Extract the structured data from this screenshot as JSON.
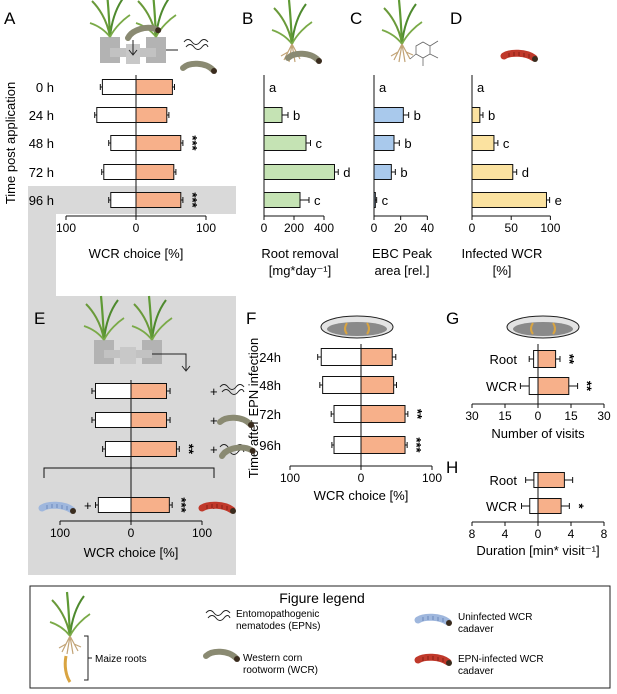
{
  "colors": {
    "orange": "#f7b08a",
    "green": "#c5e3b4",
    "blue": "#a9c9ec",
    "yellow": "#fbe2a0",
    "white": "#ffffff",
    "shade": "#d9d9d9",
    "axis": "#111111"
  },
  "panels": {
    "A": "A",
    "B": "B",
    "C": "C",
    "D": "D",
    "E": "E",
    "F": "F",
    "G": "G",
    "H": "H"
  },
  "icons": {
    "maize": "maize-plant-icon",
    "olfactometer": "olfactometer-icon",
    "nematode": "nematode-icon",
    "larva": "wcr-larva-icon",
    "uninfected_cadaver": "uninfected-cadaver-icon",
    "infected_cadaver": "infected-cadaver-icon",
    "molecule": "molecule-icon",
    "petri": "petri-dish-icon"
  },
  "chart_data": [
    {
      "panel": "A",
      "type": "bar",
      "orientation": "horizontal-diverging",
      "ylabel": "Time post application",
      "xlabel": "WCR choice [%]",
      "categories": [
        "0 h",
        "24 h",
        "48 h",
        "72 h",
        "96 h"
      ],
      "series": [
        {
          "values": [
            -48,
            -56,
            -36,
            -46,
            -36
          ]
        },
        {
          "values": [
            52,
            44,
            64,
            54,
            64
          ]
        }
      ],
      "errors": [
        3,
        3,
        3,
        3,
        3
      ],
      "annotations": [
        "",
        "",
        "***",
        "",
        "***"
      ],
      "xticks": [
        "100",
        "0",
        "100"
      ],
      "xlim": [
        -100,
        100
      ],
      "highlight_row": "96 h"
    },
    {
      "panel": "B",
      "type": "bar",
      "orientation": "horizontal",
      "xlabel_lines": [
        "Root removal",
        "[mg*day⁻¹]"
      ],
      "categories": [
        "0 h",
        "24 h",
        "48 h",
        "72 h",
        "96 h"
      ],
      "values": [
        0,
        120,
        280,
        470,
        240
      ],
      "errors": [
        0,
        40,
        30,
        25,
        60
      ],
      "letters": [
        "a",
        "b",
        "c",
        "d",
        "c"
      ],
      "xticks": [
        "0",
        "200",
        "400"
      ],
      "xlim": [
        0,
        600
      ]
    },
    {
      "panel": "C",
      "type": "bar",
      "orientation": "horizontal",
      "xlabel_lines": [
        "EBC Peak",
        "area [rel.]"
      ],
      "categories": [
        "0 h",
        "24 h",
        "48 h",
        "72 h",
        "96 h"
      ],
      "values": [
        0,
        22,
        15,
        13,
        1
      ],
      "errors": [
        0,
        4,
        4,
        3,
        1
      ],
      "letters": [
        "a",
        "b",
        "b",
        "b",
        "c"
      ],
      "xticks": [
        "0",
        "20",
        "40"
      ],
      "xlim": [
        0,
        42
      ]
    },
    {
      "panel": "D",
      "type": "bar",
      "orientation": "horizontal",
      "xlabel_lines": [
        "Infected WCR",
        "[%]"
      ],
      "categories": [
        "0 h",
        "24 h",
        "48 h",
        "72 h",
        "96 h"
      ],
      "values": [
        0,
        10,
        28,
        52,
        95
      ],
      "errors": [
        0,
        4,
        5,
        5,
        4
      ],
      "letters": [
        "a",
        "b",
        "c",
        "d",
        "e"
      ],
      "xticks": [
        "0",
        "50",
        "100"
      ],
      "xlim": [
        0,
        125
      ]
    },
    {
      "panel": "E",
      "type": "bar",
      "orientation": "horizontal-diverging",
      "xlabel": "WCR choice [%]",
      "categories": [
        "+ nematodes",
        "+ WCR larva",
        "+ nematodes + WCR larva",
        "uninfected vs infected cadaver"
      ],
      "row_signs": [
        "+",
        "+",
        "+",
        "+"
      ],
      "series": [
        {
          "values": [
            -50,
            -50,
            -36,
            -46
          ]
        },
        {
          "values": [
            50,
            50,
            64,
            54
          ]
        }
      ],
      "errors": [
        5,
        5,
        4,
        4
      ],
      "annotations": [
        "",
        "",
        "**",
        "***"
      ],
      "xticks": [
        "100",
        "0",
        "100"
      ],
      "xlim": [
        -100,
        100
      ]
    },
    {
      "panel": "F",
      "type": "bar",
      "orientation": "horizontal-diverging",
      "ylabel": "Time after EPN infection",
      "xlabel": "WCR choice [%]",
      "categories": [
        "24h",
        "48h",
        "72h",
        "96h"
      ],
      "series": [
        {
          "values": [
            -56,
            -54,
            -38,
            -38
          ]
        },
        {
          "values": [
            44,
            46,
            62,
            62
          ]
        }
      ],
      "errors": [
        5,
        4,
        4,
        3
      ],
      "annotations": [
        "",
        "",
        "**",
        "***"
      ],
      "xticks": [
        "100",
        "0",
        "100"
      ],
      "xlim": [
        -100,
        100
      ]
    },
    {
      "panel": "G",
      "type": "bar",
      "orientation": "horizontal-diverging",
      "xlabel": "Number of visits",
      "categories": [
        "Root",
        "WCR"
      ],
      "series": [
        {
          "values": [
            -2,
            -4
          ]
        },
        {
          "values": [
            8,
            14
          ]
        }
      ],
      "errors": [
        2,
        4
      ],
      "annotations": [
        "**",
        "**"
      ],
      "xticks": [
        "30",
        "15",
        "0",
        "15",
        "30"
      ],
      "xlim": [
        -30,
        30
      ]
    },
    {
      "panel": "H",
      "type": "bar",
      "orientation": "horizontal-diverging",
      "xlabel": "Duration [min* visit⁻¹]",
      "categories": [
        "Root",
        "WCR"
      ],
      "series": [
        {
          "values": [
            -0.5,
            -1
          ]
        },
        {
          "values": [
            3.2,
            2.8
          ]
        }
      ],
      "errors": [
        1,
        1
      ],
      "annotations": [
        "",
        "*"
      ],
      "xticks": [
        "8",
        "4",
        "0",
        "4",
        "8"
      ],
      "xlim": [
        -8,
        8
      ]
    }
  ],
  "legend": {
    "title": "Figure legend",
    "maize_roots": "Maize roots",
    "epn_line1": "Entomopathogenic",
    "epn_line2": "nematodes (EPNs)",
    "wcr_line1": "Western corn",
    "wcr_line2": "rootworm (WCR)",
    "uninf_line1": "Uninfected WCR",
    "uninf_line2": "cadaver",
    "inf_line1": "EPN-infected WCR",
    "inf_line2": "cadaver"
  }
}
